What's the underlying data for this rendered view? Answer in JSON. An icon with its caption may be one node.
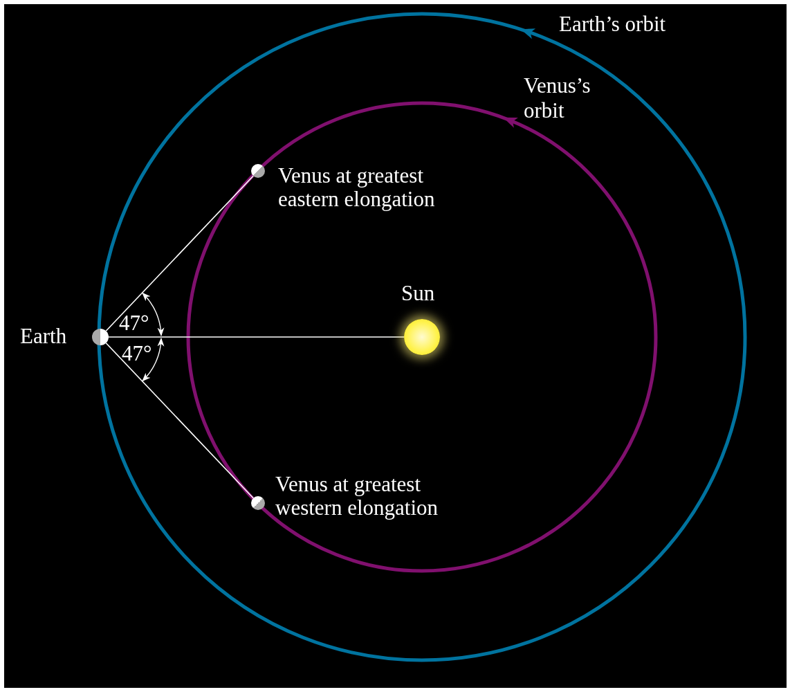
{
  "diagram": {
    "nodes": [
      {
        "text": [
          "Earth"
        ]
      },
      {
        "text": [
          "Sun"
        ]
      },
      {
        "text": [
          "Venus at greatest eastern elongation"
        ]
      },
      {
        "text": [
          "Venus at greatest western elongation"
        ]
      }
    ],
    "edges": [
      {
        "from": 0,
        "to": 1,
        "arrow": "none"
      },
      {
        "from": 0,
        "to": 2,
        "arrow": "none"
      },
      {
        "from": 0,
        "to": 3,
        "arrow": "none"
      }
    ],
    "labels": [
      "Earth’s orbit",
      "Venus’s orbit",
      "47°",
      "47°"
    ]
  }
}
